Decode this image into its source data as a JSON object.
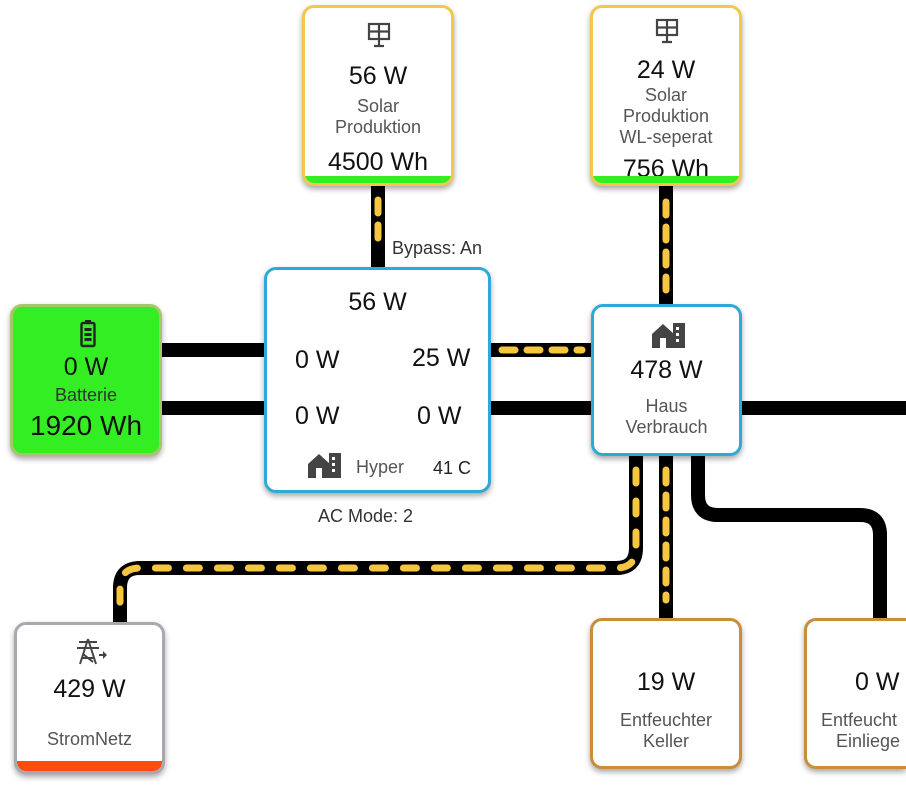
{
  "colors": {
    "solar_bar": "#33ee22",
    "grid_bar": "#ff4a12",
    "battery_bg": "#33ee22",
    "flow_dash": "#f7c640",
    "wire": "#000000"
  },
  "solar1": {
    "icon": "solar-panel-icon",
    "power": "56 W",
    "label_line1": "Solar",
    "label_line2": "Produktion",
    "energy": "4500 Wh"
  },
  "solar2": {
    "icon": "solar-panel-icon",
    "power": "24 W",
    "label_line1": "Solar",
    "label_line2": "Produktion",
    "label_line3": "WL-seperat",
    "energy": "756 Wh"
  },
  "bypass": "Bypass: An",
  "battery": {
    "icon": "battery-icon",
    "power": "0 W",
    "label": "Batterie",
    "energy": "1920 Wh"
  },
  "hyper": {
    "power_top": "56 W",
    "left_top": "0 W",
    "right_top": "25 W",
    "left_bottom": "0 W",
    "right_bottom": "0 W",
    "icon": "home-building-icon",
    "name": "Hyper",
    "temperature": "41 C"
  },
  "ac_mode": "AC Mode: 2",
  "house": {
    "icon": "home-building-icon",
    "power": "478 W",
    "label_line1": "Haus",
    "label_line2": "Verbrauch"
  },
  "grid": {
    "icon": "power-tower-icon",
    "power": "429 W",
    "label": "StromNetz"
  },
  "dehumid1": {
    "power": "19 W",
    "label_line1": "Entfeuchter",
    "label_line2": "Keller"
  },
  "dehumid2": {
    "power": "0 W",
    "label_line1": "Entfeucht",
    "label_line2": "Einliege"
  }
}
